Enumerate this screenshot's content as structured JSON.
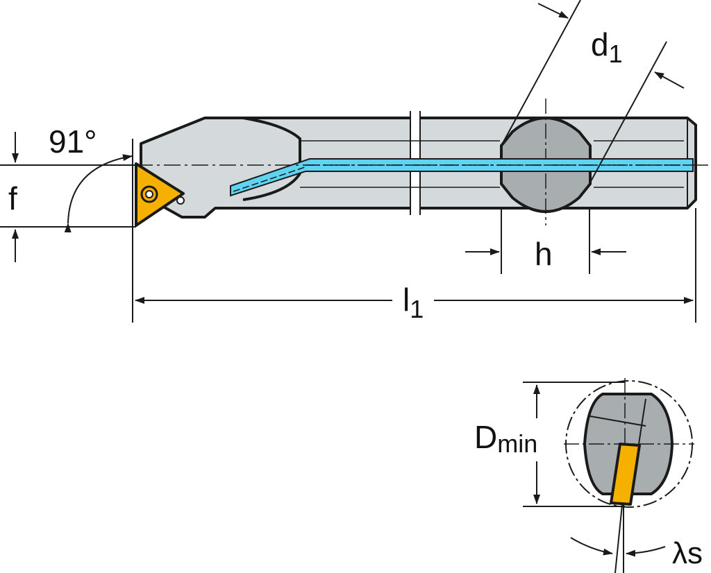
{
  "labels": {
    "angle": "91°",
    "f": "f",
    "d1_base": "d",
    "d1_sub": "1",
    "h": "h",
    "l1_base": "l",
    "l1_sub": "1",
    "dmin_base": "D",
    "dmin_sub": "min",
    "lambda_s": "λs"
  },
  "colors": {
    "body": "#d4dadc",
    "shank_section": "#a8aeb0",
    "insert": "#f5b000",
    "coolant": "#5fd4f2",
    "outline": "#1a1a1a"
  }
}
